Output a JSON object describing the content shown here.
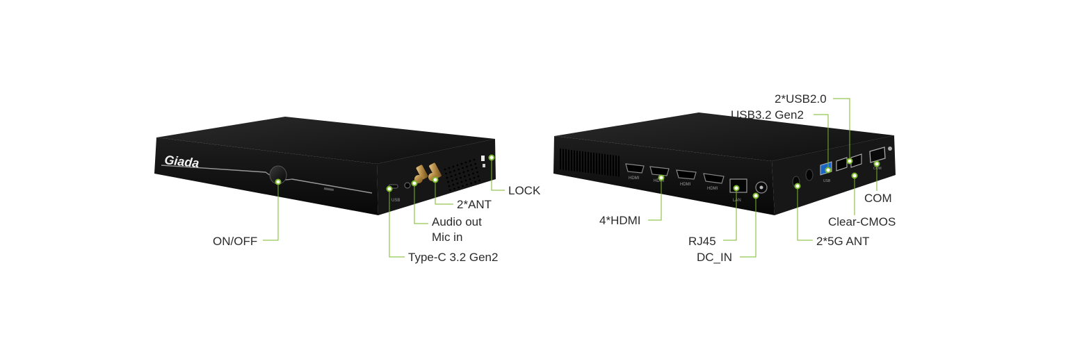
{
  "brand": "Giada",
  "accent_color": "#7ab829",
  "device_color": "#141414",
  "front_view": {
    "labels": {
      "on_off": "ON/OFF",
      "type_c": "Type-C 3.2 Gen2",
      "audio_out": "Audio out",
      "mic_in": "Mic in",
      "ant": "2*ANT",
      "lock": "LOCK"
    },
    "port_text": {
      "usb": "USB"
    }
  },
  "rear_view": {
    "labels": {
      "usb20": "2*USB2.0",
      "usb32": "USB3.2 Gen2",
      "com": "COM",
      "clear_cmos": "Clear-CMOS",
      "ant5g": "2*5G ANT",
      "hdmi": "4*HDMI",
      "rj45": "RJ45",
      "dc_in": "DC_IN"
    },
    "port_text": {
      "hdmi": "HDMI",
      "lan": "LAN",
      "usb": "USB",
      "com": "COM"
    }
  }
}
